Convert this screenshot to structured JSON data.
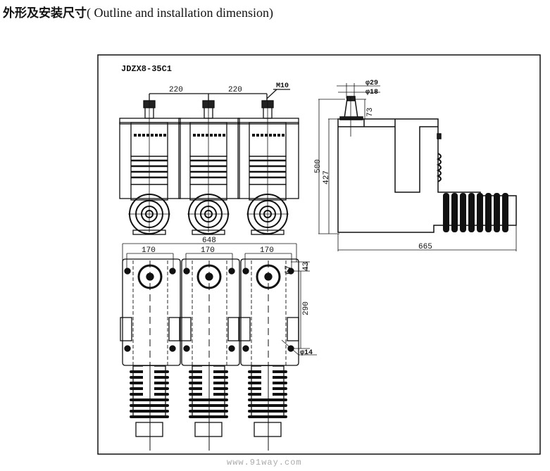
{
  "title": {
    "cn": "外形及安装尺寸",
    "en": "( Outline and installation dimension)"
  },
  "drawing": {
    "model": "JDZX8-35C1",
    "front_view": {
      "spacing_left": "220",
      "spacing_right": "220",
      "thread": "M10"
    },
    "side_view": {
      "dia_outer": "φ29",
      "dia_inner": "φ18",
      "terminal_height": "73",
      "total_height": "500",
      "body_height": "427",
      "total_length": "665"
    },
    "top_view": {
      "overall_width": "648",
      "hole_spacing": [
        "170",
        "170",
        "170"
      ],
      "offset_a": "67",
      "offset_b": "43",
      "hole_pitch": "290",
      "hole_dia": "φ14"
    }
  },
  "watermark": "www.91way.com"
}
